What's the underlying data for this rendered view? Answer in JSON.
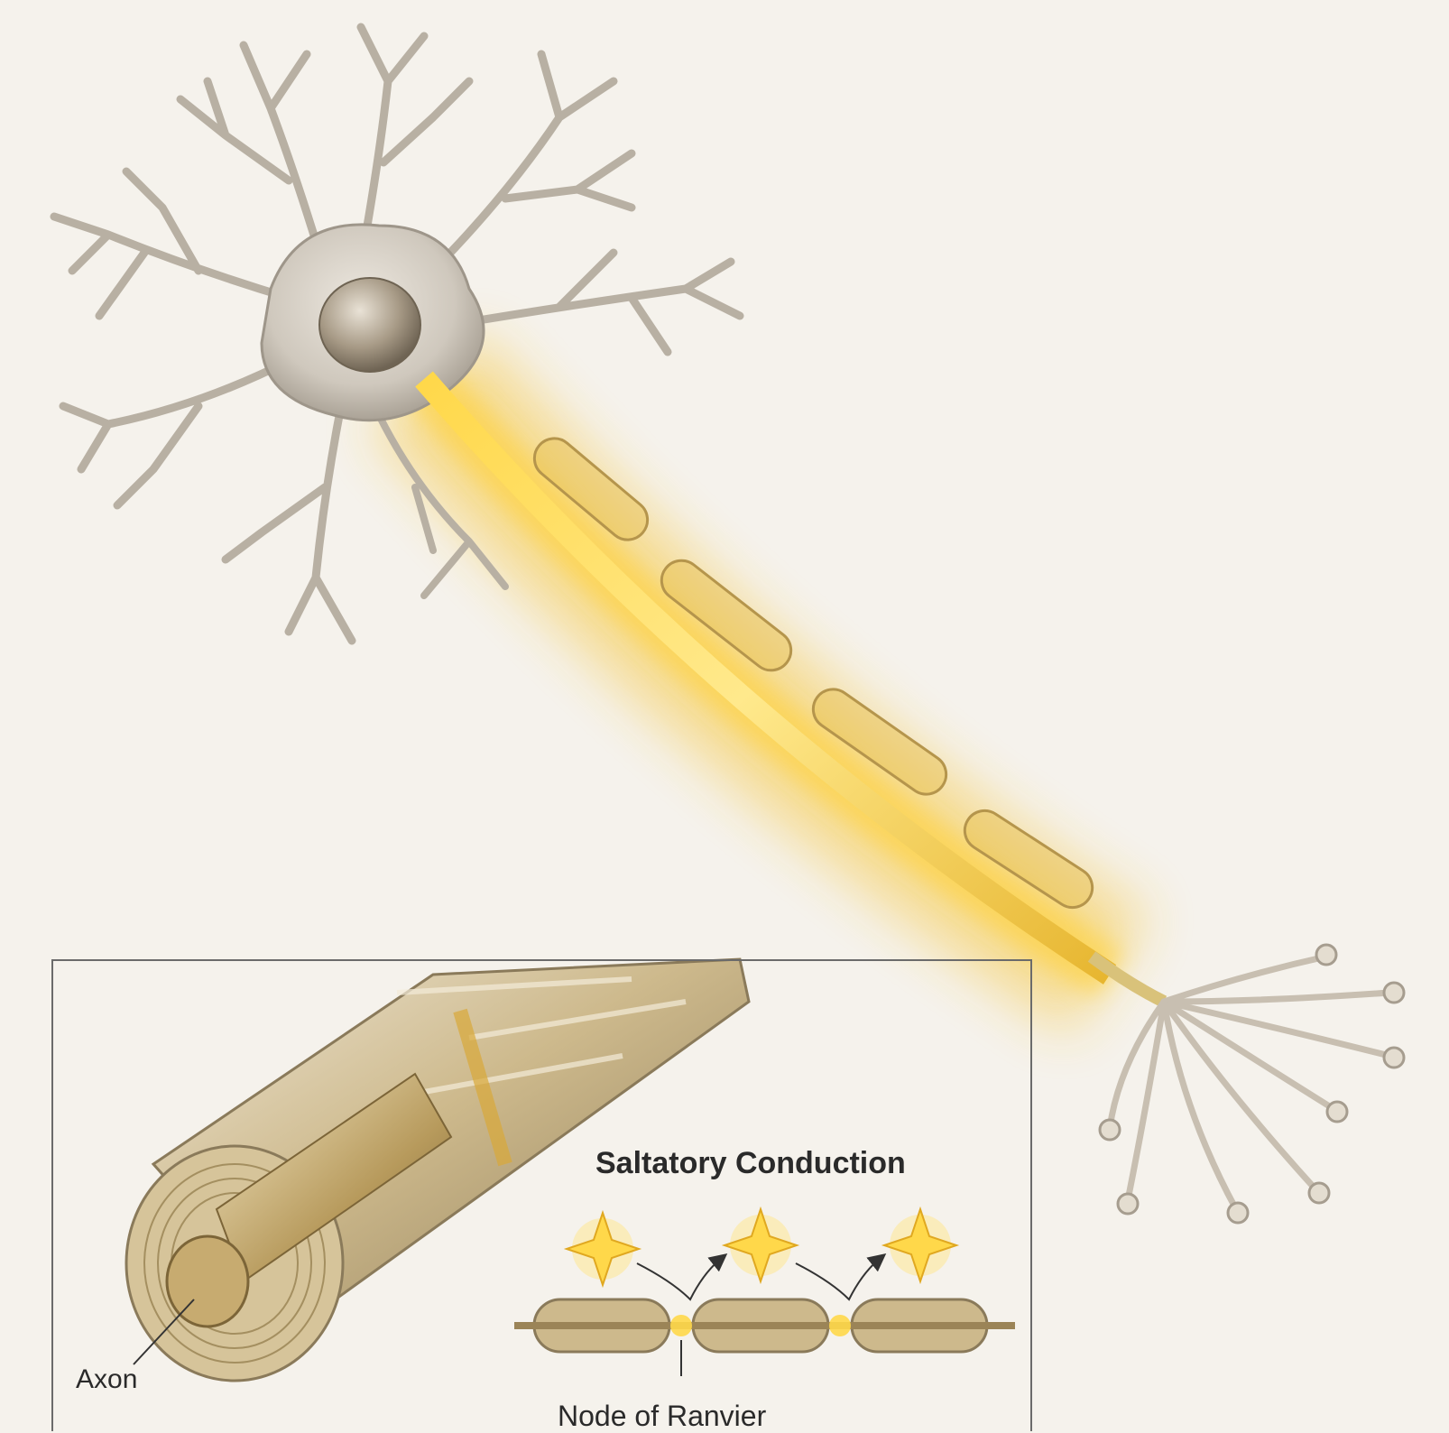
{
  "inset": {
    "title": "Saltatory Conduction",
    "axon_label": "Axon",
    "node_label": "Node of Ranvier"
  },
  "colors": {
    "background": "#f5f2ec",
    "cell_body": "#cfc8bd",
    "glow": "#f6c020",
    "myelin": "#c9b27c",
    "frame": "#6b6b6b"
  }
}
